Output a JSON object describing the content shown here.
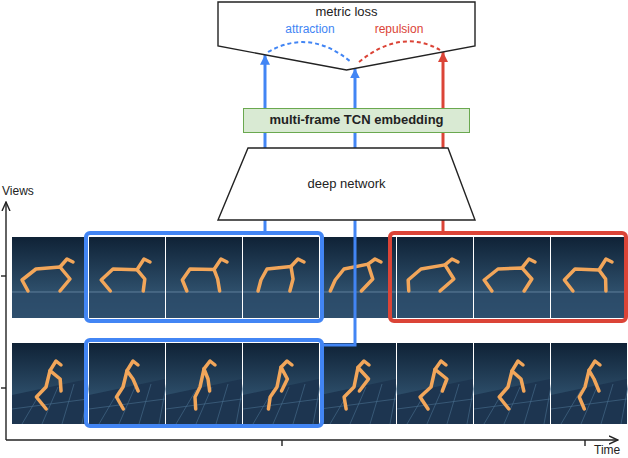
{
  "diagram": {
    "nodes": [
      {
        "text": [
          "metric loss",
          "attraction",
          "repulsion"
        ]
      },
      {
        "text": [
          "multi-frame TCN embedding"
        ]
      },
      {
        "text": [
          "deep network"
        ]
      }
    ],
    "edges": [
      {
        "from": 1,
        "to": 0,
        "arrow": "to"
      },
      {
        "from": 1,
        "to": 0,
        "arrow": "to"
      },
      {
        "from": 1,
        "to": 0,
        "arrow": "to"
      },
      {
        "from": 2,
        "to": 1,
        "arrow": "none"
      },
      {
        "from": 2,
        "to": 1,
        "arrow": "none"
      },
      {
        "from": 2,
        "to": 1,
        "arrow": "none"
      }
    ],
    "labels": [
      "Views",
      "Time"
    ]
  }
}
